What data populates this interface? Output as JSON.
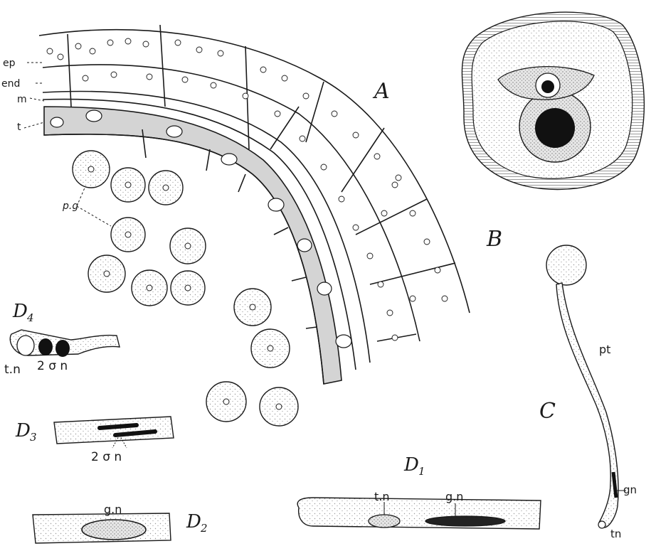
{
  "panels": {
    "A": "A",
    "B": "B",
    "C": "C",
    "D1": "D",
    "D2": "D",
    "D3": "D",
    "D4": "D"
  },
  "subscripts": {
    "D1": "1",
    "D2": "2",
    "D3": "3",
    "D4": "4"
  },
  "anther_labels": {
    "ep": "ep",
    "end": "end",
    "m": "m",
    "t": "t",
    "pg": "p.g"
  },
  "tube_labels": {
    "pt": "pt",
    "gn": "gn",
    "tn": "tn"
  },
  "d_labels": {
    "d4_tn": "t.n",
    "d4_2sn": "2 σ n",
    "d3_2sn": "2 σ n",
    "d2_gn": "g.n",
    "d1_tn": "t.n",
    "d1_gn": "g.n"
  },
  "colors": {
    "ink": "#1a1a1a",
    "stipple": "#d6d6d6",
    "tapetum": "#c9c9c9",
    "paper": "#ffffff"
  }
}
